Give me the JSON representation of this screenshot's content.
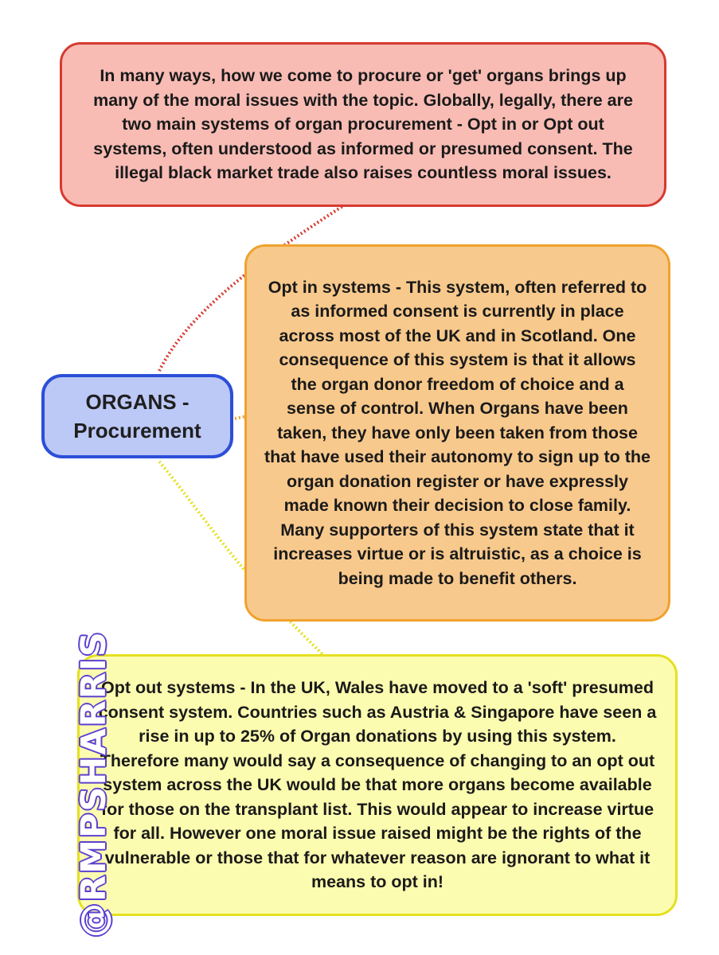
{
  "diagram": {
    "center": {
      "line1": "ORGANS -",
      "line2": "Procurement"
    },
    "top_note": "In many ways, how we come to procure or 'get' organs brings up many of the moral issues with the topic. Globally, legally, there are two main systems of organ procurement - Opt in or Opt out systems, often understood as informed or presumed consent. The illegal black market trade also raises countless moral issues.",
    "opt_in_note": "Opt in systems - This system, often referred to as informed consent is currently in place across most of the UK and in Scotland. One consequence of this system is that it allows the organ donor freedom of choice and a sense of control. When Organs have been taken, they have only been taken from those that have used their autonomy to sign up to the organ donation register or have expressly made known their decision to close family. Many supporters of this system state that it increases virtue or is altruistic, as a choice is being made to benefit others.",
    "opt_out_note": "Opt out systems - In the UK, Wales have moved to a 'soft' presumed consent system. Countries such as Austria & Singapore have seen a rise in up to 25% of Organ donations by using this system. Therefore many would say a consequence of changing to an opt out system across the UK would be that more organs become available for those on the transplant list. This would appear to increase virtue for all. However one moral issue raised might be the rights of the vulnerable or those that for whatever reason are ignorant to what it means to opt in!"
  },
  "watermark": "@RMPSHARRIS",
  "colors": {
    "top_fill": "#f8bcb4",
    "top_border": "#d63a30",
    "center_fill": "#bcc8f6",
    "center_border": "#2c4ed8",
    "opt_in_fill": "#f8c98c",
    "opt_in_border": "#f0a22e",
    "opt_out_fill": "#fcfcb0",
    "opt_out_border": "#e4e020",
    "watermark": "#5b3fd0"
  }
}
